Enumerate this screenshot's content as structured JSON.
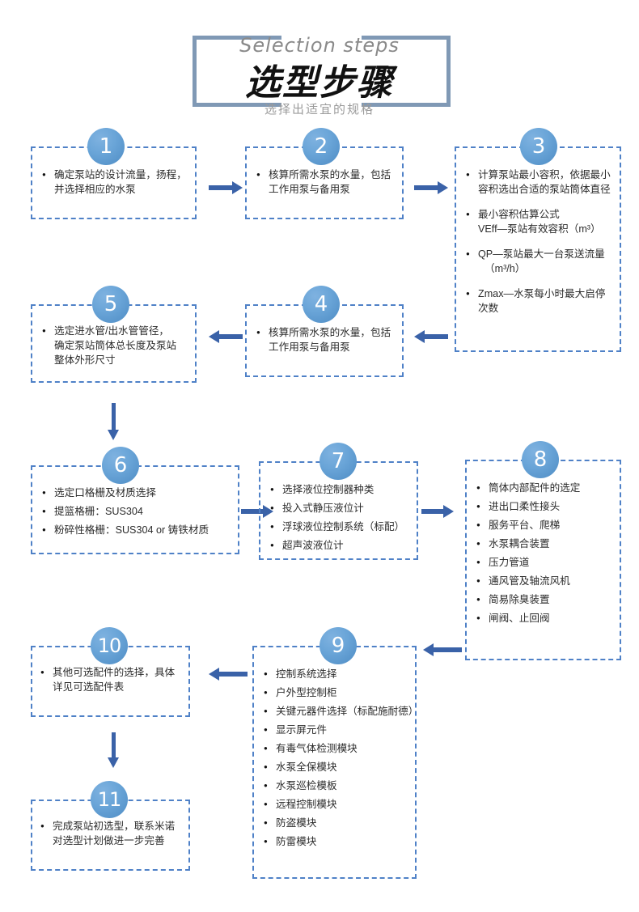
{
  "header": {
    "english_title": "Selection steps",
    "chinese_title": "选型步骤",
    "subtitle": "选择出适宜的规格"
  },
  "accent": {
    "badge_blue": "#5b9bd5",
    "box_border_blue": "#4f81c7",
    "arrow_blue": "#3a62a8",
    "bracket_gray_blue": "#8099b5"
  },
  "steps": [
    {
      "number": "1",
      "bullets": [
        [
          "确定泵站的设计流量，扬程，",
          "并选择相应的水泵"
        ]
      ]
    },
    {
      "number": "2",
      "bullets": [
        [
          "核算所需水泵的水量，包括",
          "工作用泵与备用泵"
        ]
      ]
    },
    {
      "number": "3",
      "bullets": [
        [
          "计算泵站最小容积，依据最小",
          "容积选出合适的泵站筒体直径"
        ],
        [
          "最小容积估算公式",
          "VEff—泵站有效容积（m³）"
        ],
        [
          "QP—泵站最大一台泵送流量",
          "（m³/h）"
        ],
        [
          "Zmax—水泵每小时最大启停",
          "次数"
        ]
      ]
    },
    {
      "number": "4",
      "bullets": [
        [
          "核算所需水泵的水量，包括",
          "工作用泵与备用泵"
        ]
      ]
    },
    {
      "number": "5",
      "bullets": [
        [
          "选定进水管/出水管管径，",
          "确定泵站筒体总长度及泵站",
          "整体外形尺寸"
        ]
      ]
    },
    {
      "number": "6",
      "bullets": [
        [
          "选定口格栅及材质选择"
        ],
        [
          "提篮格栅：SUS304"
        ],
        [
          "粉碎性格栅：SUS304 or 铸铁材质"
        ]
      ]
    },
    {
      "number": "7",
      "bullets": [
        [
          "选择液位控制器种类"
        ],
        [
          "投入式静压液位计"
        ],
        [
          "浮球液位控制系统（标配）"
        ],
        [
          "超声波液位计"
        ]
      ]
    },
    {
      "number": "8",
      "bullets": [
        [
          "筒体内部配件的选定"
        ],
        [
          "进出口柔性接头"
        ],
        [
          "服务平台、爬梯"
        ],
        [
          "水泵耦合装置"
        ],
        [
          "压力管道"
        ],
        [
          "通风管及轴流风机"
        ],
        [
          "简易除臭装置"
        ],
        [
          "闸阀、止回阀"
        ]
      ]
    },
    {
      "number": "9",
      "bullets": [
        [
          "控制系统选择"
        ],
        [
          "户外型控制柜"
        ],
        [
          "关键元器件选择（标配施耐德）"
        ],
        [
          "显示屏元件"
        ],
        [
          "有毒气体检测模块"
        ],
        [
          "水泵全保模块"
        ],
        [
          "水泵巡检模板"
        ],
        [
          "远程控制模块"
        ],
        [
          "防盗模块"
        ],
        [
          "防雷模块"
        ]
      ]
    },
    {
      "number": "10",
      "bullets": [
        [
          "其他可选配件的选择，具体",
          "详见可选配件表"
        ]
      ]
    },
    {
      "number": "11",
      "bullets": [
        [
          "完成泵站初选型，联系米诺",
          "对选型计划做进一步完善"
        ]
      ]
    }
  ],
  "arrows": [
    {
      "name": "arrow-step1-to-step2",
      "direction": "right"
    },
    {
      "name": "arrow-step2-to-step3",
      "direction": "right"
    },
    {
      "name": "arrow-step3-to-step4",
      "direction": "left"
    },
    {
      "name": "arrow-step4-to-step5",
      "direction": "left"
    },
    {
      "name": "arrow-step5-to-step6",
      "direction": "down"
    },
    {
      "name": "arrow-step6-to-step7",
      "direction": "right"
    },
    {
      "name": "arrow-step7-to-step8",
      "direction": "right"
    },
    {
      "name": "arrow-step8-to-step9",
      "direction": "left"
    },
    {
      "name": "arrow-step9-to-step10",
      "direction": "left"
    },
    {
      "name": "arrow-step10-to-step11",
      "direction": "down"
    }
  ]
}
